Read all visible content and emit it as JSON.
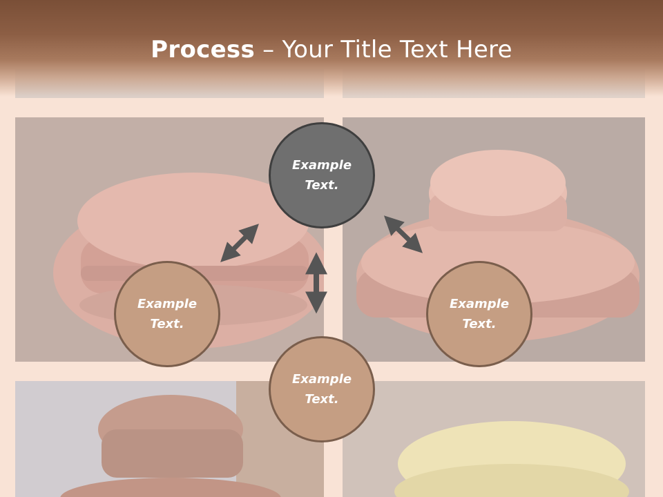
{
  "slide": {
    "title_bold": "Process",
    "title_sep": " – ",
    "title_rest": "Your Title Text Here"
  },
  "nodes": {
    "top": {
      "line1": "Example",
      "line2": "Text."
    },
    "left": {
      "line1": "Example",
      "line2": "Text."
    },
    "right": {
      "line1": "Example",
      "line2": "Text."
    },
    "bottom": {
      "line1": "Example",
      "line2": "Text."
    }
  },
  "colors": {
    "header": "#7a4f37",
    "background": "#f9e3d6",
    "node_dark": "#6f6f6f",
    "node_light": "#c59e83",
    "arrow": "#555555"
  }
}
